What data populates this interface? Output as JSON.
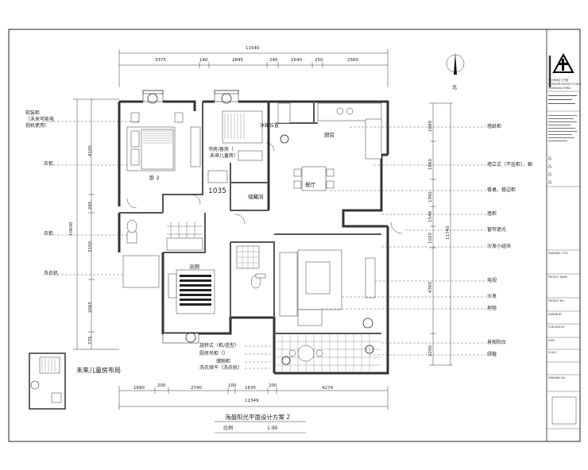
{
  "drawing": {
    "title": "海盘阳光平面设计方案 2",
    "scale_label": "比例",
    "scale_value": "1:90",
    "north_label": "北",
    "inset_title": "未来儿童房布局"
  },
  "dimensions": {
    "top_total": "11540",
    "top_segments": [
      "3375",
      "140",
      "2845",
      "240",
      "1640",
      "250",
      "2560"
    ],
    "bottom_segments": [
      "1690",
      "200",
      "2740",
      "100",
      "1635",
      "200",
      "4274"
    ],
    "bottom_total": "11349",
    "left_total": "10600",
    "left_segments": [
      "4105",
      "265",
      "3150",
      "2065",
      "775"
    ],
    "right_total": "11740",
    "right_segments": [
      "1680",
      "1860",
      "1992",
      "1548",
      "1020",
      "4300",
      "2290"
    ]
  },
  "rooms": {
    "bed2": "卧 2",
    "bath1": "浴厕",
    "kitchen": "厨房",
    "dining": "餐厅",
    "storage": "储藏间",
    "room_tag": "1035"
  },
  "left_notes": [
    "软装柜",
    "（未来可能电",
    "视机使用）",
    "衣柜",
    "衣柜",
    "洗衣机"
  ],
  "center_notes": [
    "书房/客房（",
    "未来儿童房）",
    "冰箱位置"
  ],
  "center_bottom_notes": [
    "旋转式（柜/造型）",
    "厨房吊柜（）",
    "储物柜",
    "洗衣烘干（洗衣机）"
  ],
  "right_notes": [
    "墙纸柜",
    "墙立式（不挂柜）、橱",
    "餐桌、餐边柜",
    "墙柜",
    "窗帘遮光",
    "沙发小组块",
    "电视",
    "沙发",
    "地毯",
    "景观阳台",
    "绿植"
  ],
  "title_block": {
    "company_lines": [
      "设计师设计工作室",
      "INTERIOR DESIGN STUDIO",
      "SHANGHAI CHINA"
    ],
    "rows": [
      "DRAWING TITLE",
      "PROJECT NAME",
      "PROJECT NO.",
      "DRAWN BY",
      "CHECKED BY",
      "DATE",
      "SCALE",
      "DRAWING NO."
    ]
  },
  "colors": {
    "line": "#222222",
    "wall": "#555555",
    "dim": "#333333"
  }
}
